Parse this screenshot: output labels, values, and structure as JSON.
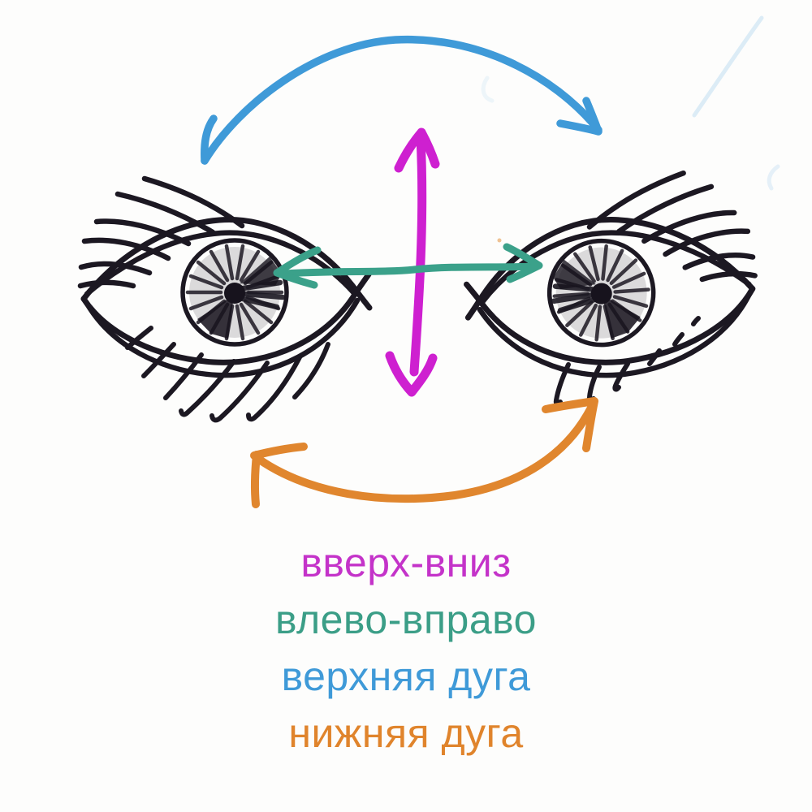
{
  "drawing": {
    "ink": "#1c1822",
    "background": "#fdfdfc",
    "faint_scribble_color": "#cde4f4"
  },
  "arrows": {
    "up_down": {
      "color": "#ce20d0"
    },
    "left_right": {
      "color": "#3ba18a"
    },
    "upper_arc": {
      "color": "#3f9ad8"
    },
    "lower_arc": {
      "color": "#e0862e"
    }
  },
  "labels": [
    {
      "text": "вверх-вниз",
      "color": "#c433c9"
    },
    {
      "text": "влево-вправо",
      "color": "#3b9e87"
    },
    {
      "text": "верхняя дуга",
      "color": "#3f9ad8"
    },
    {
      "text": "нижняя дуга",
      "color": "#e0842c"
    }
  ]
}
